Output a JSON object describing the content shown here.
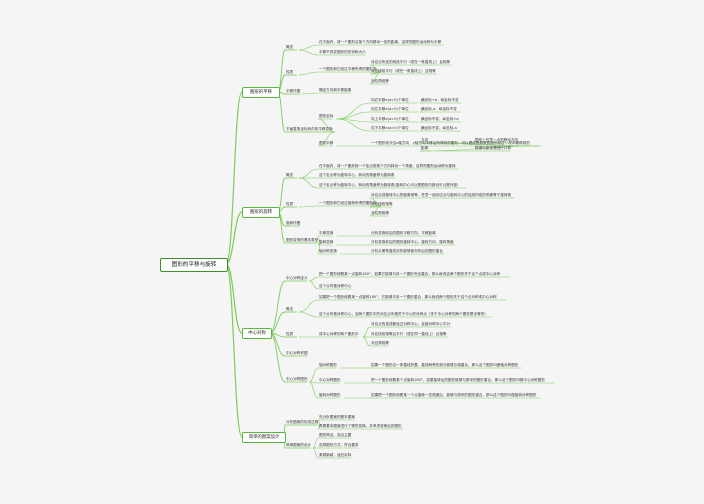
{
  "root": "图形的平移与旋转",
  "branches": [
    {
      "label": "图形的平移",
      "children": [
        {
          "label": "概念",
          "children": [
            {
              "label": "在平面内，将一个图形沿某个方向移动一定的距离，这样的图形运动称为平移"
            },
            {
              "label": "平移不改变图形的形状和大小"
            }
          ]
        },
        {
          "label": "性质",
          "children": [
            {
              "label": "一个图形和它经过平移所得的图形中",
              "children": [
                {
                  "label": "对应点所连的线段平行（或在一条直线上）且相等"
                },
                {
                  "label": "对应线段平行（或在一条直线上）且相等"
                },
                {
                  "label": "对应角相等"
                }
              ]
            }
          ]
        },
        {
          "label": "平移作图",
          "children": [
            {
              "label": "确定方向和平移距离"
            }
          ]
        },
        {
          "label": "平面直角坐标系内的平移变换",
          "children": [
            {
              "label": "图形坐标",
              "children": [
                {
                  "label": "向右平移a(a>0)个单位",
                  "children": [
                    {
                      "label": "横坐标+a，纵坐标不变"
                    }
                  ]
                },
                {
                  "label": "向左平移a(a>0)个单位",
                  "children": [
                    {
                      "label": "横坐标-a，纵坐标不变"
                    }
                  ]
                },
                {
                  "label": "向上平移a(a>0)个单位",
                  "children": [
                    {
                      "label": "横坐标不变，纵坐标+a"
                    }
                  ]
                },
                {
                  "label": "向下平移a(a>0)个单位",
                  "children": [
                    {
                      "label": "横坐标不变，纵坐标-a"
                    }
                  ]
                }
              ]
            },
            {
              "label": "图形平移",
              "children": [
                {
                  "label": "一个图形依次沿x轴方向、y轴方向平移后所得到的图形，可以看成是原来的图形经过一次平移得到的",
                  "children": [
                    {
                      "label": "方向",
                      "children": [
                        {
                          "label": "图形上任意一点的移动方向"
                        }
                      ]
                    },
                    {
                      "label": "距离",
                      "children": [
                        {
                          "label": "根据勾股定理进行计算"
                        }
                      ]
                    }
                  ]
                }
              ]
            }
          ]
        }
      ]
    },
    {
      "label": "图形的旋转",
      "children": [
        {
          "label": "概念",
          "children": [
            {
              "label": "在平面内，将一个图形绕一个定点按某个方向转动一个角度，这样的图形运动称为旋转"
            },
            {
              "label": "这个定点称为旋转中心，转动的角度称为旋转角"
            },
            {
              "label": "这个定点称为旋转中心，转动的角度称为旋转角(旋转中心可以是图形内部也可以是外部)"
            }
          ]
        },
        {
          "label": "性质",
          "children": [
            {
              "label": "一个图形和它经过旋转所得的图形中",
              "children": [
                {
                  "label": "对应点到旋转中心的距离相等，任意一组对应点与旋转中心的连线所成的角都等于旋转角"
                },
                {
                  "label": "对应线段相等"
                },
                {
                  "label": "对应角相等"
                }
              ]
            }
          ]
        },
        {
          "label": "旋转作图"
        },
        {
          "label": "图形变换的基本类型",
          "children": [
            {
              "label": "平移变换",
              "children": [
                {
                  "label": "分析变换前后的图形平移方向、平移距离"
                }
              ]
            },
            {
              "label": "旋转变换",
              "children": [
                {
                  "label": "分析变换前后的图形旋转中心、旋转方向、旋转角度"
                }
              ]
            },
            {
              "label": "轴对称变换",
              "children": [
                {
                  "label": "分析从哪条直线对折能够使对折后的图形重合"
                }
              ]
            }
          ]
        }
      ]
    },
    {
      "label": "中心对称",
      "children": [
        {
          "label": "中心对称定义",
          "children": [
            {
              "label": "把一个图形绕着某一点旋转180°，如果它能够与另一个图形完全重合，那么就说这两个图形关于这个点成中心对称"
            },
            {
              "label": "这个点叫做对称中心"
            }
          ]
        },
        {
          "label": "概念",
          "children": [
            {
              "label": "如果把一个图形绕着某一点旋转180°，它能够与另一个图形重合，那么就说两个图形关于这个点对称或中心对称"
            },
            {
              "label": "这个点叫做对称中心，这两个图形中的对应点叫做关于中心的对称点（关于中心对称的两个图形是全等形）"
            }
          ]
        },
        {
          "label": "性质",
          "children": [
            {
              "label": "成中心对称的两个图形中",
              "children": [
                {
                  "label": "对应点的连线都经过对称中心，且被对称中心平分"
                },
                {
                  "label": "对应线段相等且平行（或在同一直线上）且相等"
                },
                {
                  "label": "对应角相等"
                }
              ]
            }
          ]
        },
        {
          "label": "中心对称作图"
        },
        {
          "label": "中心对称图形",
          "children": [
            {
              "label": "轴对称图形",
              "children": [
                {
                  "label": "如果一个图形沿一条直线折叠，直线两旁的部分能够互相重合，那么这个图形叫做轴对称图形"
                }
              ]
            },
            {
              "label": "中心对称图形",
              "children": [
                {
                  "label": "把一个图形绕着某个点旋转180°，如果旋转后的图形能够与原来的图形重合，那么这个图形叫做中心对称图形"
                }
              ]
            },
            {
              "label": "旋转对称图形",
              "children": [
                {
                  "label": "如果把一个图形绕着某一个点旋转一定角度后，能够与原来的图形重合，那么这个图形叫做旋转对称图形"
                }
              ]
            }
          ]
        }
      ]
    },
    {
      "label": "简单的图案设计",
      "children": [
        {
          "label": "分析图案的形成过程",
          "children": [
            {
              "label": "先分析图案的基本图案"
            },
            {
              "label": "再看基本图案进行了哪些变换，并考虑变换后的图形"
            }
          ]
        },
        {
          "label": "简单图案的设计",
          "children": [
            {
              "label": "图形简洁，突出主题"
            },
            {
              "label": "选择图形方式，符合要求"
            },
            {
              "label": "美观新颖，适应实际"
            }
          ]
        }
      ]
    }
  ],
  "colors": {
    "line": "#7ccc5a",
    "box_border": "#55b93c",
    "background": "#f5f5f5"
  }
}
